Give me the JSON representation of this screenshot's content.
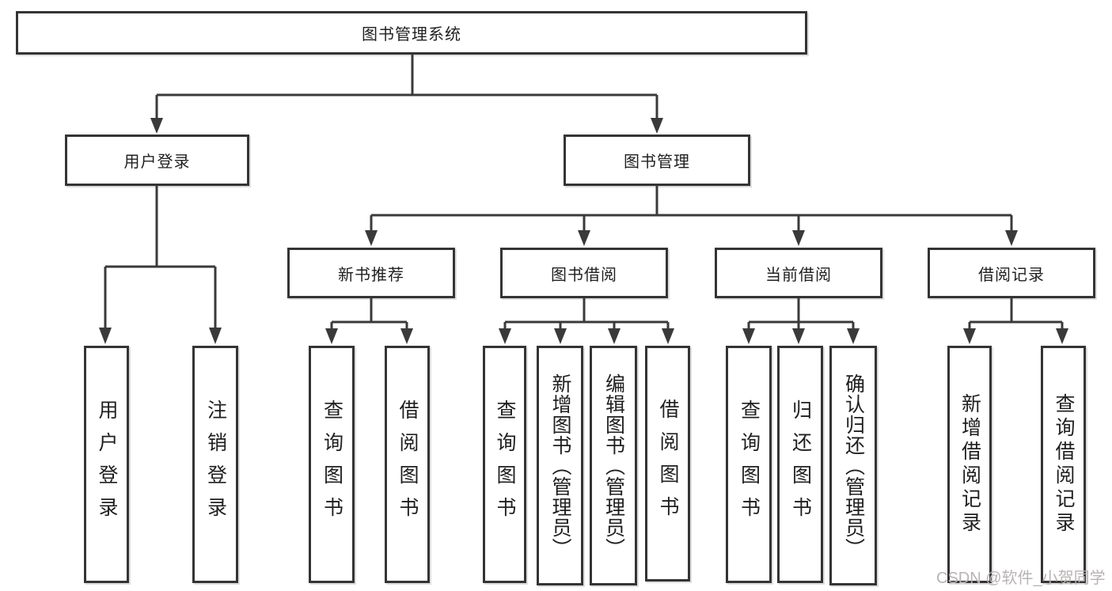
{
  "tree": {
    "root_label": "图书管理系统",
    "user_login": {
      "label": "用户登录",
      "children": [
        "用户登录",
        "注销登录"
      ]
    },
    "book_management": {
      "label": "图书管理",
      "children": {
        "new_book_recommend": {
          "label": "新书推荐",
          "children": [
            "查询图书",
            "借阅图书"
          ]
        },
        "book_borrow": {
          "label": "图书借阅",
          "children": [
            "查询图书",
            "新增图书（管理员）",
            "编辑图书（管理员）",
            "借阅图书"
          ]
        },
        "current_borrow": {
          "label": "当前借阅",
          "children": [
            "查询图书",
            "归还图书",
            "确认归还（管理员）"
          ]
        },
        "borrow_records": {
          "label": "借阅记录",
          "children": [
            "新增借阅记录",
            "查询借阅记录"
          ]
        }
      }
    }
  },
  "watermark": {
    "text": "CSDN @软件_小贺同学"
  },
  "colors": {
    "line": "#3a3a3a",
    "box_border": "#343434",
    "box_fill": "#ffffff",
    "text": "#1f1f1f",
    "watermark": "#b9b3b3",
    "background": "#ffffff"
  }
}
